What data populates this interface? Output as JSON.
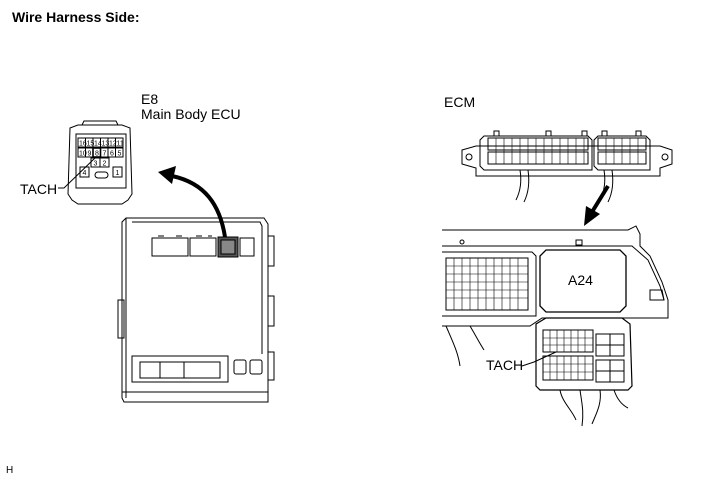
{
  "title": "Wire Harness Side:",
  "e8": {
    "code": "E8",
    "name": "Main Body ECU",
    "terminal_label": "TACH",
    "pins_row1": [
      "16",
      "15",
      "14",
      "13",
      "12",
      "11"
    ],
    "pins_row2": [
      "10",
      "9",
      "8",
      "7",
      "6",
      "5"
    ],
    "pins_row3": [
      "3",
      "2"
    ],
    "pins_row4": [
      "4",
      "1"
    ]
  },
  "ecm": {
    "label": "ECM",
    "connector": "A24",
    "terminal_label": "TACH"
  },
  "figure_code": "H"
}
